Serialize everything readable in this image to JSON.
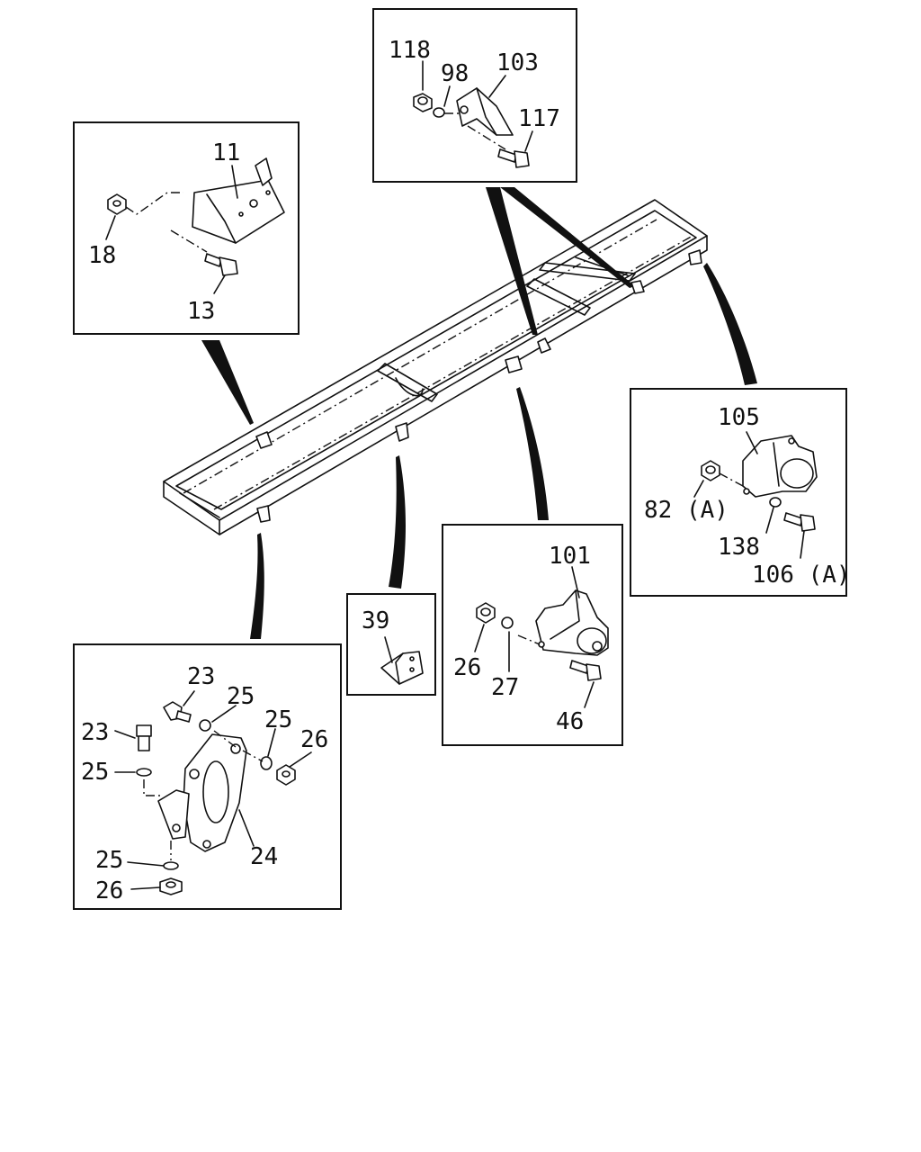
{
  "diagram": {
    "callouts": {
      "top_center": [
        "118",
        "98",
        "103",
        "117"
      ],
      "upper_left": [
        "11",
        "18",
        "13"
      ],
      "right": [
        "105",
        "82 (A)",
        "138",
        "106 (A)"
      ],
      "center_right": [
        "101",
        "26",
        "27",
        "46"
      ],
      "small_center": [
        "39"
      ],
      "lower_left": [
        "23",
        "25",
        "25",
        "26",
        "23",
        "25",
        "24",
        "25",
        "26"
      ]
    }
  }
}
